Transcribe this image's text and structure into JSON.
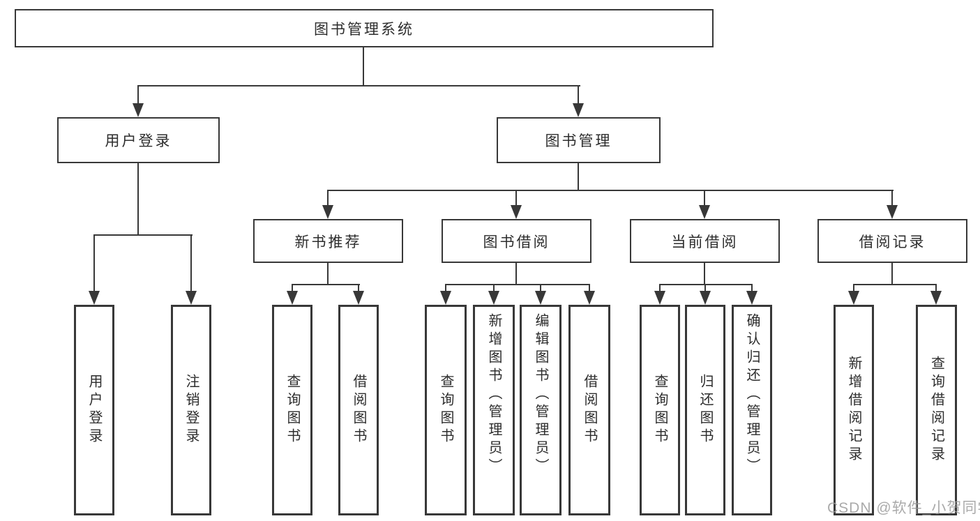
{
  "diagram": {
    "title": "图书管理系统",
    "root": {
      "label": "图书管理系统"
    },
    "level2": [
      {
        "label": "用户登录"
      },
      {
        "label": "图书管理"
      }
    ],
    "level3": [
      {
        "label": "新书推荐"
      },
      {
        "label": "图书借阅"
      },
      {
        "label": "当前借阅"
      },
      {
        "label": "借阅记录"
      }
    ],
    "leaves": [
      {
        "label": "用户登录",
        "parent": "用户登录"
      },
      {
        "label": "注销登录",
        "parent": "用户登录"
      },
      {
        "label": "查询图书",
        "parent": "新书推荐"
      },
      {
        "label": "借阅图书",
        "parent": "新书推荐"
      },
      {
        "label": "查询图书",
        "parent": "图书借阅"
      },
      {
        "label": "新增图书（管理员）",
        "parent": "图书借阅"
      },
      {
        "label": "编辑图书（管理员）",
        "parent": "图书借阅"
      },
      {
        "label": "借阅图书",
        "parent": "图书借阅"
      },
      {
        "label": "查询图书",
        "parent": "当前借阅"
      },
      {
        "label": "归还图书",
        "parent": "当前借阅"
      },
      {
        "label": "确认归还（管理员）",
        "parent": "当前借阅"
      },
      {
        "label": "新增借阅记录",
        "parent": "借阅记录"
      },
      {
        "label": "查询借阅记录",
        "parent": "借阅记录"
      }
    ],
    "watermark": "CSDN @软件_小贺同学",
    "colors": {
      "line": "#383838",
      "text": "#2d2d2d",
      "watermark": "#9b9b9b",
      "background": "#ffffff"
    }
  }
}
